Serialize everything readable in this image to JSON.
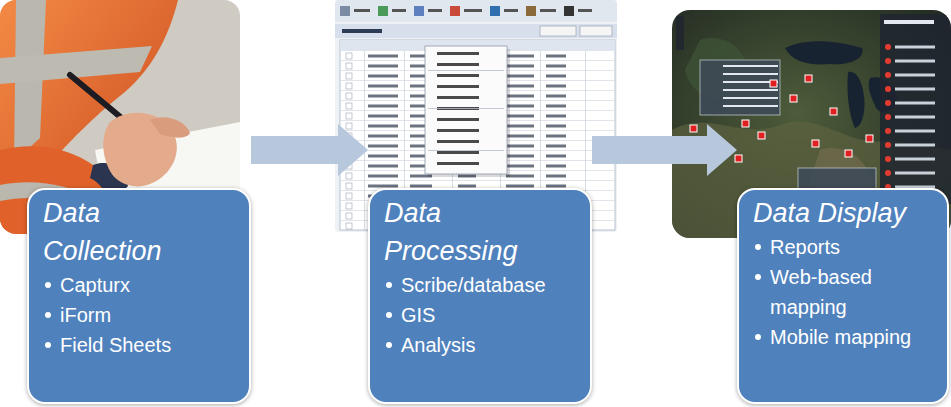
{
  "diagram": {
    "nodes": [
      {
        "text": [
          "Data Collection",
          "Capturx",
          "iForm",
          "Field Sheets"
        ]
      },
      {
        "text": [
          "Data Processing",
          "Scribe/database",
          "GIS",
          "Analysis"
        ]
      },
      {
        "text": [
          "Data Display",
          "Reports",
          "Web-based mapping",
          "Mobile mapping"
        ]
      }
    ],
    "edges": [
      {
        "from": 0,
        "to": 1,
        "arrow": "to"
      },
      {
        "from": 1,
        "to": 2,
        "arrow": "to"
      }
    ]
  }
}
